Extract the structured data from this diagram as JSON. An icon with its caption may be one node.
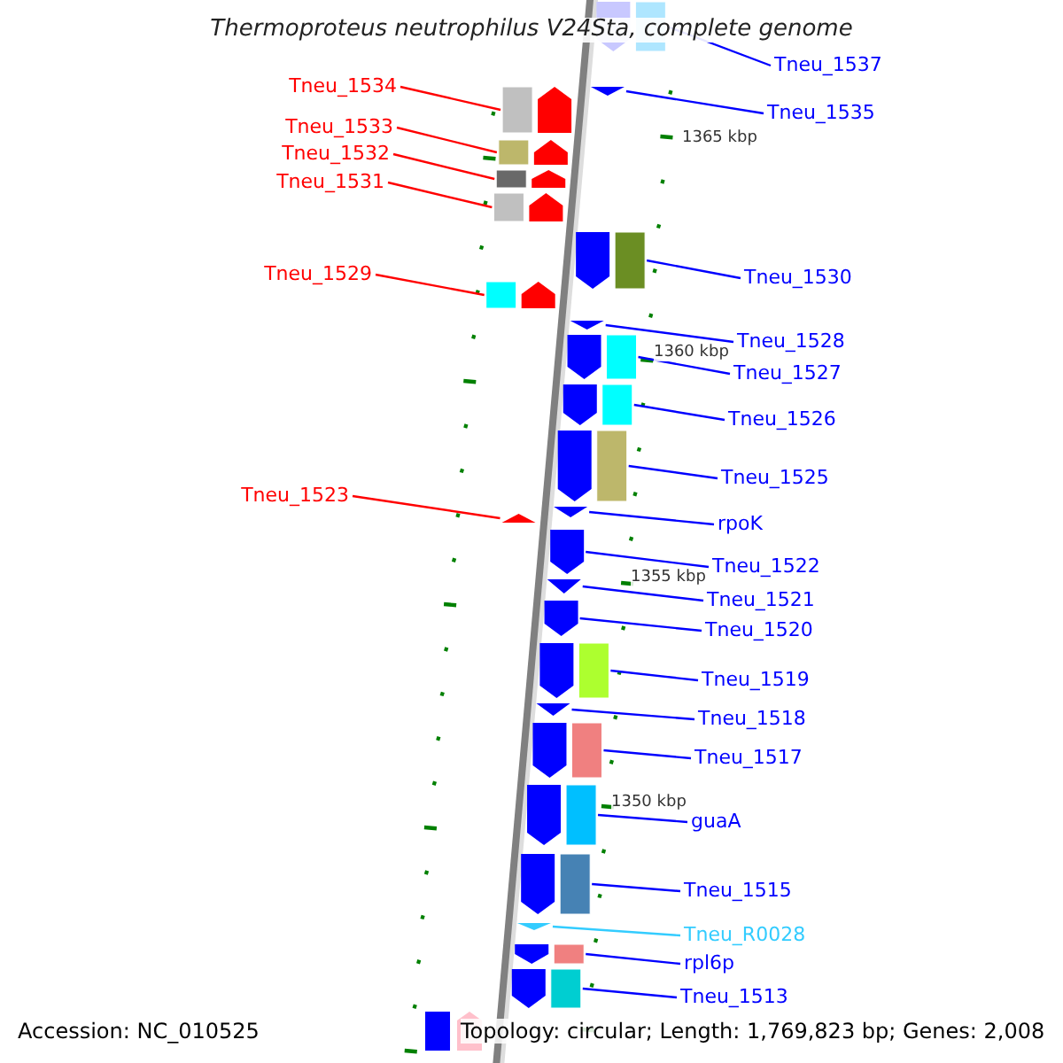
{
  "diagram": {
    "title": "Thermoproteus neutrophilus V24Sta, complete genome",
    "nodes": [
      {
        "text": [
          "Tneu_1537"
        ]
      },
      {
        "text": [],
        "shape": "arrow"
      },
      {
        "text": [
          "Tneu_1535"
        ]
      },
      {
        "text": [],
        "shape": "arrow"
      },
      {
        "text": [
          "Tneu_1534"
        ]
      },
      {
        "text": [],
        "shape": "arrow"
      },
      {
        "text": [
          "Tneu_1533"
        ]
      },
      {
        "text": [],
        "shape": "arrow"
      },
      {
        "text": [
          "Tneu_1532"
        ]
      },
      {
        "text": [],
        "shape": "arrow"
      },
      {
        "text": [
          "Tneu_1531"
        ]
      },
      {
        "text": [],
        "shape": "arrow"
      },
      {
        "text": [
          "Tneu_1530"
        ]
      },
      {
        "text": [],
        "shape": "arrow"
      },
      {
        "text": [
          "Tneu_1529"
        ]
      },
      {
        "text": [],
        "shape": "arrow"
      },
      {
        "text": [
          "Tneu_1528"
        ]
      },
      {
        "text": [],
        "shape": "arrow"
      },
      {
        "text": [
          "Tneu_1527"
        ]
      },
      {
        "text": [],
        "shape": "arrow"
      },
      {
        "text": [
          "Tneu_1526"
        ]
      },
      {
        "text": [],
        "shape": "arrow"
      },
      {
        "text": [
          "Tneu_1525"
        ]
      },
      {
        "text": [],
        "shape": "arrow"
      },
      {
        "text": [
          "Tneu_1523"
        ]
      },
      {
        "text": [],
        "shape": "arrow"
      },
      {
        "text": [
          "rpoK"
        ]
      },
      {
        "text": [],
        "shape": "arrow"
      },
      {
        "text": [
          "Tneu_1522"
        ]
      },
      {
        "text": [],
        "shape": "arrow"
      },
      {
        "text": [
          "Tneu_1521"
        ]
      },
      {
        "text": [],
        "shape": "arrow"
      },
      {
        "text": [
          "Tneu_1520"
        ]
      },
      {
        "text": [],
        "shape": "arrow"
      },
      {
        "text": [
          "Tneu_1519"
        ]
      },
      {
        "text": [],
        "shape": "arrow"
      },
      {
        "text": [
          "Tneu_1518"
        ]
      },
      {
        "text": [],
        "shape": "arrow"
      },
      {
        "text": [
          "Tneu_1517"
        ]
      },
      {
        "text": [],
        "shape": "arrow"
      },
      {
        "text": [
          "guaA"
        ]
      },
      {
        "text": [],
        "shape": "arrow"
      },
      {
        "text": [
          "Tneu_1515"
        ]
      },
      {
        "text": [],
        "shape": "arrow"
      },
      {
        "text": [
          "Tneu_R0028"
        ]
      },
      {
        "text": [],
        "shape": "arrow"
      },
      {
        "text": [
          "rpl6p"
        ]
      },
      {
        "text": [],
        "shape": "arrow"
      },
      {
        "text": [
          "Tneu_1513"
        ]
      },
      {
        "text": [],
        "shape": "arrow"
      }
    ],
    "edges": [
      {
        "from": 0,
        "to": 1,
        "arrow": "none"
      },
      {
        "from": 2,
        "to": 3,
        "arrow": "none"
      },
      {
        "from": 4,
        "to": 5,
        "arrow": "none",
        "color": "#ff0000"
      },
      {
        "from": 6,
        "to": 7,
        "arrow": "none",
        "color": "#ff0000"
      },
      {
        "from": 8,
        "to": 9,
        "arrow": "none",
        "color": "#ff0000"
      },
      {
        "from": 10,
        "to": 11,
        "arrow": "none",
        "color": "#ff0000"
      },
      {
        "from": 12,
        "to": 13,
        "arrow": "none"
      },
      {
        "from": 14,
        "to": 15,
        "arrow": "none",
        "color": "#ff0000"
      },
      {
        "from": 16,
        "to": 17,
        "arrow": "none"
      },
      {
        "from": 18,
        "to": 19,
        "arrow": "none"
      },
      {
        "from": 20,
        "to": 21,
        "arrow": "none"
      },
      {
        "from": 22,
        "to": 23,
        "arrow": "none"
      },
      {
        "from": 24,
        "to": 25,
        "arrow": "none",
        "color": "#ff0000"
      },
      {
        "from": 26,
        "to": 27,
        "arrow": "none"
      },
      {
        "from": 28,
        "to": 29,
        "arrow": "none"
      },
      {
        "from": 30,
        "to": 31,
        "arrow": "none"
      },
      {
        "from": 32,
        "to": 33,
        "arrow": "none"
      },
      {
        "from": 34,
        "to": 35,
        "arrow": "none"
      },
      {
        "from": 36,
        "to": 37,
        "arrow": "none"
      },
      {
        "from": 38,
        "to": 39,
        "arrow": "none"
      },
      {
        "from": 40,
        "to": 41,
        "arrow": "none"
      },
      {
        "from": 42,
        "to": 43,
        "arrow": "none"
      },
      {
        "from": 44,
        "to": 45,
        "arrow": "none",
        "color": "#33ccff"
      },
      {
        "from": 46,
        "to": 47,
        "arrow": "none"
      },
      {
        "from": 48,
        "to": 49,
        "arrow": "none"
      }
    ],
    "labels": [
      "1365 kbp",
      "1360 kbp",
      "1355 kbp",
      "1350 kbp",
      "Accession: NC_010525",
      "Topology: circular; Length: 1,769,823 bp; Genes: 2,008"
    ]
  }
}
